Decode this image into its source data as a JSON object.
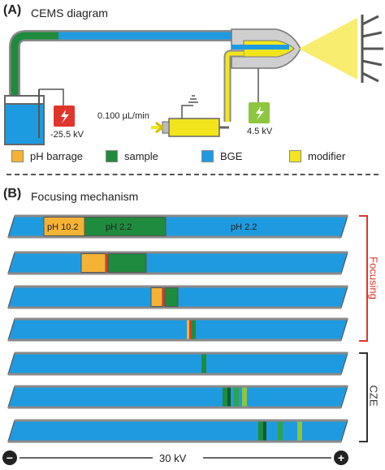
{
  "panel_a": {
    "letter": "(A)",
    "title": "CEMS diagram",
    "voltage_left": "-25.5 kV",
    "flow_rate": "0.100 µL/min",
    "voltage_right": "4.5 kV"
  },
  "legend": [
    {
      "label": "pH barrage",
      "color": "#f5b335"
    },
    {
      "label": "sample",
      "color": "#1f8b3e"
    },
    {
      "label": "BGE",
      "color": "#1e9be0"
    },
    {
      "label": "modifier",
      "color": "#f2e51d"
    }
  ],
  "panel_b": {
    "letter": "(B)",
    "title": "Focusing mechanism",
    "row1_labels": {
      "barrage": "pH 10.2",
      "sample": "pH 2.2",
      "bge": "pH 2.2"
    },
    "focusing_label": "Focusing",
    "cze_label": "CZE",
    "voltage": "30 kV",
    "minus": "−",
    "plus": "+"
  },
  "colors": {
    "bge": "#1e9be0",
    "sample": "#1f8b3e",
    "barrage": "#f5b335",
    "modifier": "#f2e51d",
    "lightgreen": "#8dc63f",
    "red": "#e0352b",
    "focusing": "#e0352b"
  }
}
